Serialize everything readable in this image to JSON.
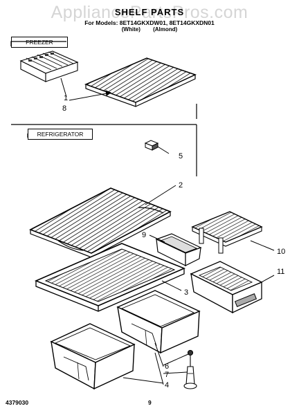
{
  "header": {
    "watermark": "AppliancePartsPros.com",
    "title": "SHELF PARTS",
    "models_line": "For Models: 8ET14GKXDW01, 8ET14GKXDN01",
    "color_white": "(White)",
    "color_almond": "(Almond)"
  },
  "sections": {
    "freezer": "FREEZER",
    "refrigerator": "REFRIGERATOR"
  },
  "callouts": [
    "1",
    "8",
    "5",
    "2",
    "9",
    "10",
    "11",
    "3",
    "6",
    "7",
    "4"
  ],
  "footer": {
    "doc_number": "4379030",
    "page_number": "9"
  },
  "colors": {
    "ink": "#000000",
    "watermark": "#b3b3b3"
  },
  "parts_shown": [
    "ice-tray",
    "freezer-shelf",
    "clip",
    "wire-shelf",
    "crisper-cover-frame",
    "utility-bin",
    "meat-pan",
    "crisper-pan",
    "roller-assembly"
  ]
}
